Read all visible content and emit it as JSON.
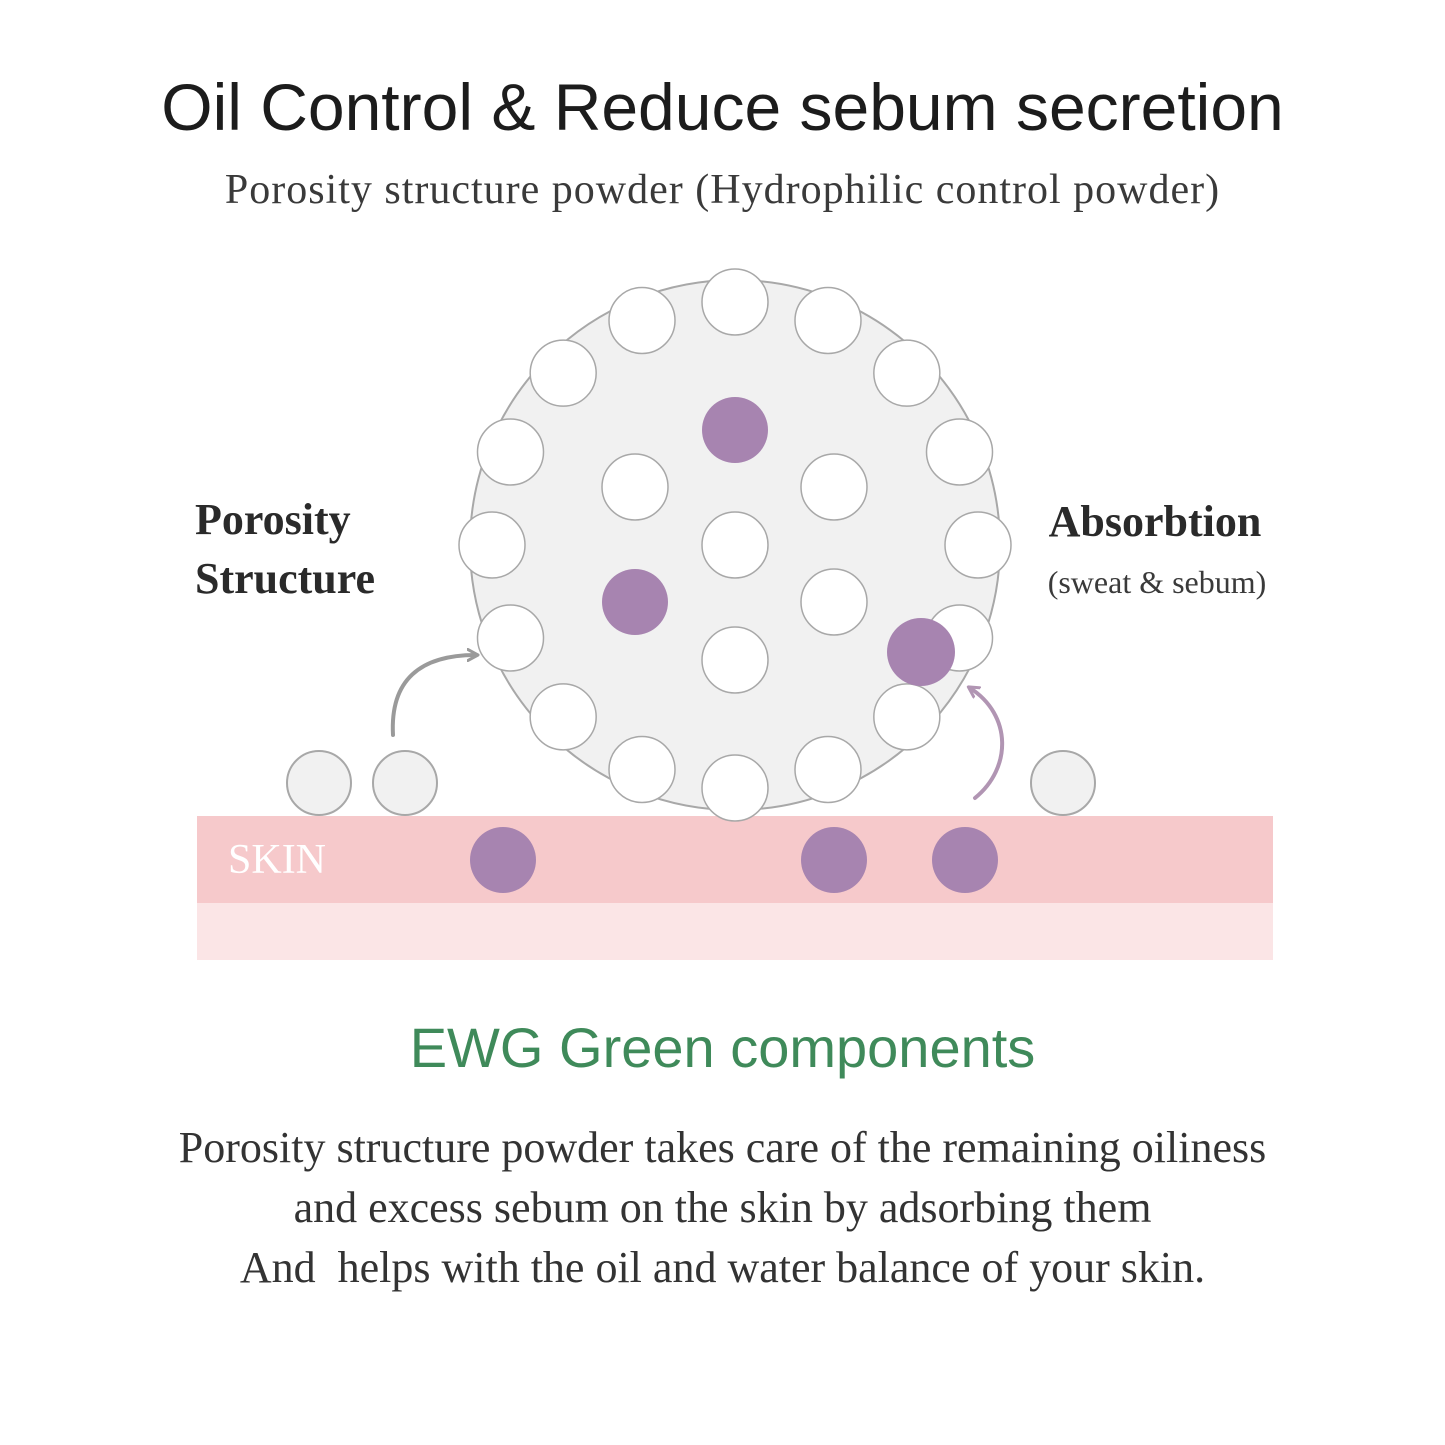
{
  "header": {
    "title": "Oil Control & Reduce sebum secretion",
    "subtitle": "Porosity structure powder (Hydrophilic control powder)"
  },
  "diagram": {
    "left_label_line1": "Porosity",
    "left_label_line2": "Structure",
    "right_label": "Absorbtion",
    "right_sublabel": "(sweat & sebum)",
    "skin_label": "SKIN",
    "colors": {
      "particle_fill": "#f1f1f1",
      "particle_stroke": "#a8a8a8",
      "sebum": "#a784b0",
      "skin": "#f6c9cb",
      "skin_lower": "#fbe5e6",
      "skin_text": "#ffffff",
      "arrow_gray": "#9a9a9a",
      "arrow_purple": "#b195b3"
    }
  },
  "footer": {
    "green_title": "EWG Green components",
    "description_lines": [
      "Porosity structure powder takes care of the remaining oiliness",
      "and excess sebum on the skin by adsorbing them",
      "And  helps with the oil and water balance of your skin."
    ]
  }
}
